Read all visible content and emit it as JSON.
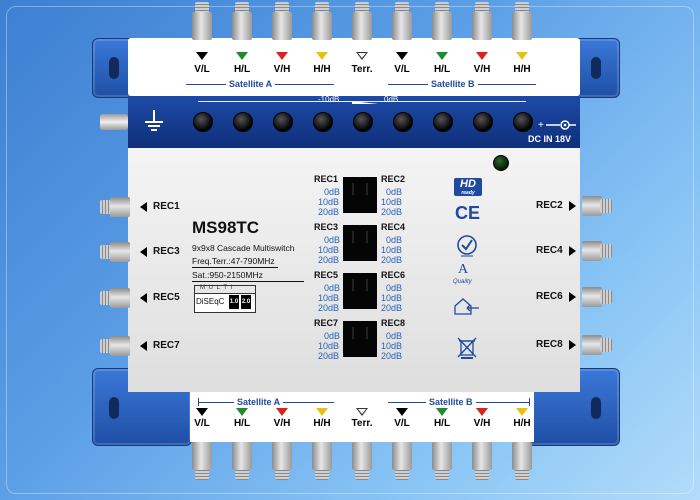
{
  "model": "MS98TC",
  "description": "9x9x8 Cascade Multiswitch",
  "freq_terr": "Freq.Terr.:47-790MHz",
  "sat_freq": "Sat.:950-2150MHz",
  "diseqc": {
    "multi_label": "M U L T I",
    "name": "DiSEqC",
    "v1": "1.0",
    "v2": "2.0"
  },
  "attenuator_label": {
    "left": "-10dB",
    "right": "0dB"
  },
  "dc_label": "DC IN 18V",
  "satellite_a": "Satellite A",
  "satellite_b": "Satellite B",
  "polarizations": [
    {
      "label": "V/L",
      "color": "#000000"
    },
    {
      "label": "H/L",
      "color": "#1f8a2e"
    },
    {
      "label": "V/H",
      "color": "#d92121"
    },
    {
      "label": "H/H",
      "color": "#e8c210"
    },
    {
      "label": "Terr.",
      "color": "hollow"
    },
    {
      "label": "V/L",
      "color": "#000000"
    },
    {
      "label": "H/L",
      "color": "#1f8a2e"
    },
    {
      "label": "V/H",
      "color": "#d92121"
    },
    {
      "label": "H/H",
      "color": "#e8c210"
    }
  ],
  "left_outputs": [
    "REC1",
    "REC3",
    "REC5",
    "REC7"
  ],
  "right_outputs": [
    "REC2",
    "REC4",
    "REC6",
    "REC8"
  ],
  "attenuation_levels": [
    "0dB",
    "10dB",
    "20dB"
  ],
  "receiver_pairs": [
    {
      "left": "REC1",
      "right": "REC2"
    },
    {
      "left": "REC3",
      "right": "REC4"
    },
    {
      "left": "REC5",
      "right": "REC6"
    },
    {
      "left": "REC7",
      "right": "REC8"
    }
  ],
  "certifications": {
    "hd_top": "HD",
    "hd_bottom": "ready",
    "ce": "CE",
    "quality": "A",
    "quality_sub": "Quality"
  }
}
